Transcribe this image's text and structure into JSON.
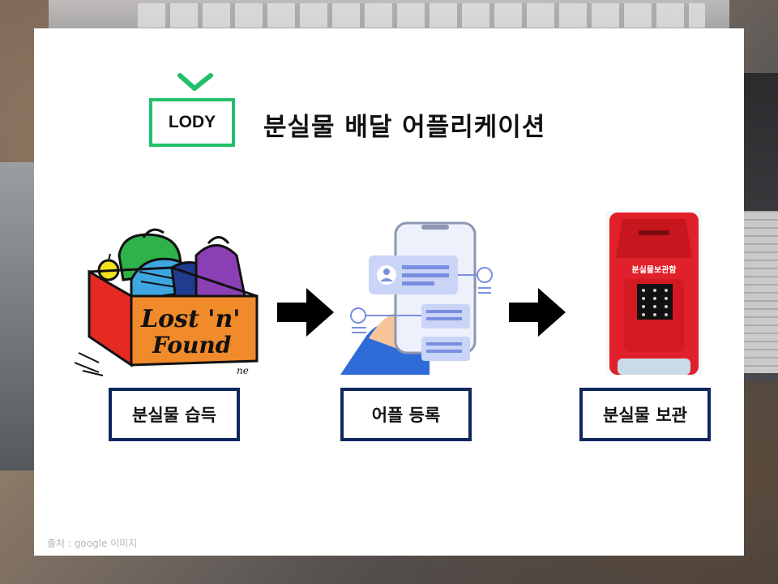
{
  "slide": {
    "logo_text": "LODY",
    "title": "분실물 배달 어플리케이션",
    "illustration_text": {
      "lost_found_line1": "Lost 'n'",
      "lost_found_line2": "Found",
      "artist_signature": "ne",
      "locker_label": "분실물보관함"
    },
    "steps": [
      {
        "label": "분실물 습득"
      },
      {
        "label": "어플 등록"
      },
      {
        "label": "분실물 보관"
      }
    ],
    "source_note": "출처 : google  이미지"
  },
  "colors": {
    "logo_green": "#22c06a",
    "step_border": "#10275e",
    "arrow": "#000000",
    "locker_red": "#e0202a"
  }
}
